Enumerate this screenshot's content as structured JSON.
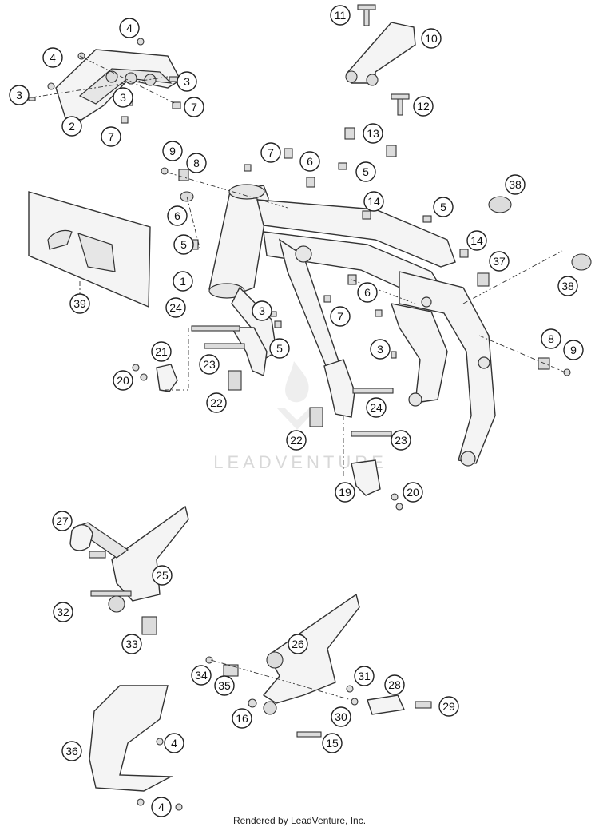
{
  "watermark": "LEADVENTURE",
  "footer": "Rendered by LeadVenture, Inc.",
  "callouts": [
    {
      "label": "1"
    },
    {
      "label": "2"
    },
    {
      "label": "3"
    },
    {
      "label": "3"
    },
    {
      "label": "3"
    },
    {
      "label": "3"
    },
    {
      "label": "3"
    },
    {
      "label": "4"
    },
    {
      "label": "4"
    },
    {
      "label": "4"
    },
    {
      "label": "4"
    },
    {
      "label": "5"
    },
    {
      "label": "5"
    },
    {
      "label": "5"
    },
    {
      "label": "5"
    },
    {
      "label": "6"
    },
    {
      "label": "6"
    },
    {
      "label": "6"
    },
    {
      "label": "7"
    },
    {
      "label": "7"
    },
    {
      "label": "7"
    },
    {
      "label": "7"
    },
    {
      "label": "8"
    },
    {
      "label": "8"
    },
    {
      "label": "9"
    },
    {
      "label": "9"
    },
    {
      "label": "10"
    },
    {
      "label": "11"
    },
    {
      "label": "12"
    },
    {
      "label": "13"
    },
    {
      "label": "14"
    },
    {
      "label": "14"
    },
    {
      "label": "15"
    },
    {
      "label": "16"
    },
    {
      "label": "19"
    },
    {
      "label": "20"
    },
    {
      "label": "20"
    },
    {
      "label": "21"
    },
    {
      "label": "22"
    },
    {
      "label": "22"
    },
    {
      "label": "23"
    },
    {
      "label": "23"
    },
    {
      "label": "24"
    },
    {
      "label": "24"
    },
    {
      "label": "25"
    },
    {
      "label": "26"
    },
    {
      "label": "27"
    },
    {
      "label": "28"
    },
    {
      "label": "29"
    },
    {
      "label": "30"
    },
    {
      "label": "31"
    },
    {
      "label": "32"
    },
    {
      "label": "33"
    },
    {
      "label": "34"
    },
    {
      "label": "35"
    },
    {
      "label": "36"
    },
    {
      "label": "37"
    },
    {
      "label": "38"
    },
    {
      "label": "38"
    },
    {
      "label": "39"
    }
  ]
}
